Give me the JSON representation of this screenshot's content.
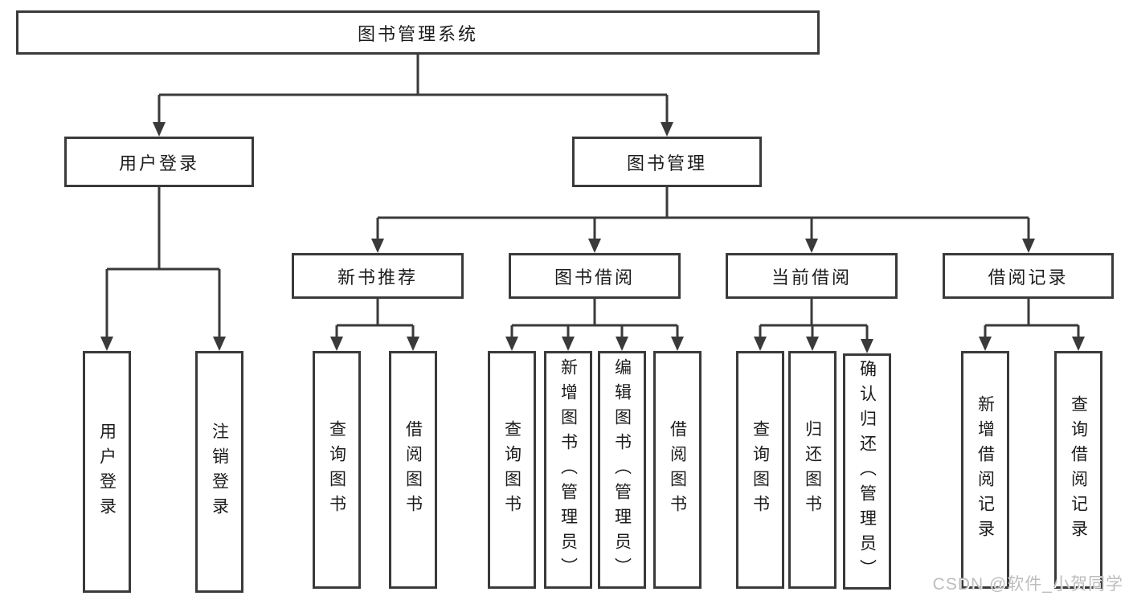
{
  "diagram": {
    "root": {
      "label": "图书管理系统"
    },
    "user_login": {
      "label": "用户登录",
      "children": [
        {
          "label": "用户登录"
        },
        {
          "label": "注销登录"
        }
      ]
    },
    "book_management": {
      "label": "图书管理",
      "sections": [
        {
          "label": "新书推荐",
          "children": [
            {
              "label": "查询图书"
            },
            {
              "label": "借阅图书"
            }
          ]
        },
        {
          "label": "图书借阅",
          "children": [
            {
              "label": "查询图书"
            },
            {
              "label": "新增图书（管理员）"
            },
            {
              "label": "编辑图书（管理员）"
            },
            {
              "label": "借阅图书"
            }
          ]
        },
        {
          "label": "当前借阅",
          "children": [
            {
              "label": "查询图书"
            },
            {
              "label": "归还图书"
            },
            {
              "label": "确认归还（管理员）"
            }
          ]
        },
        {
          "label": "借阅记录",
          "children": [
            {
              "label": "新增借阅记录"
            },
            {
              "label": "查询借阅记录"
            }
          ]
        }
      ]
    }
  },
  "watermark": {
    "text": "CSDN @软件_小贺同学"
  },
  "colors": {
    "line": "#3a3a3a",
    "text": "#1c1c1c",
    "box_background": "#ffffff",
    "page_background": "#ffffff",
    "watermark": "#b9b9b9"
  }
}
